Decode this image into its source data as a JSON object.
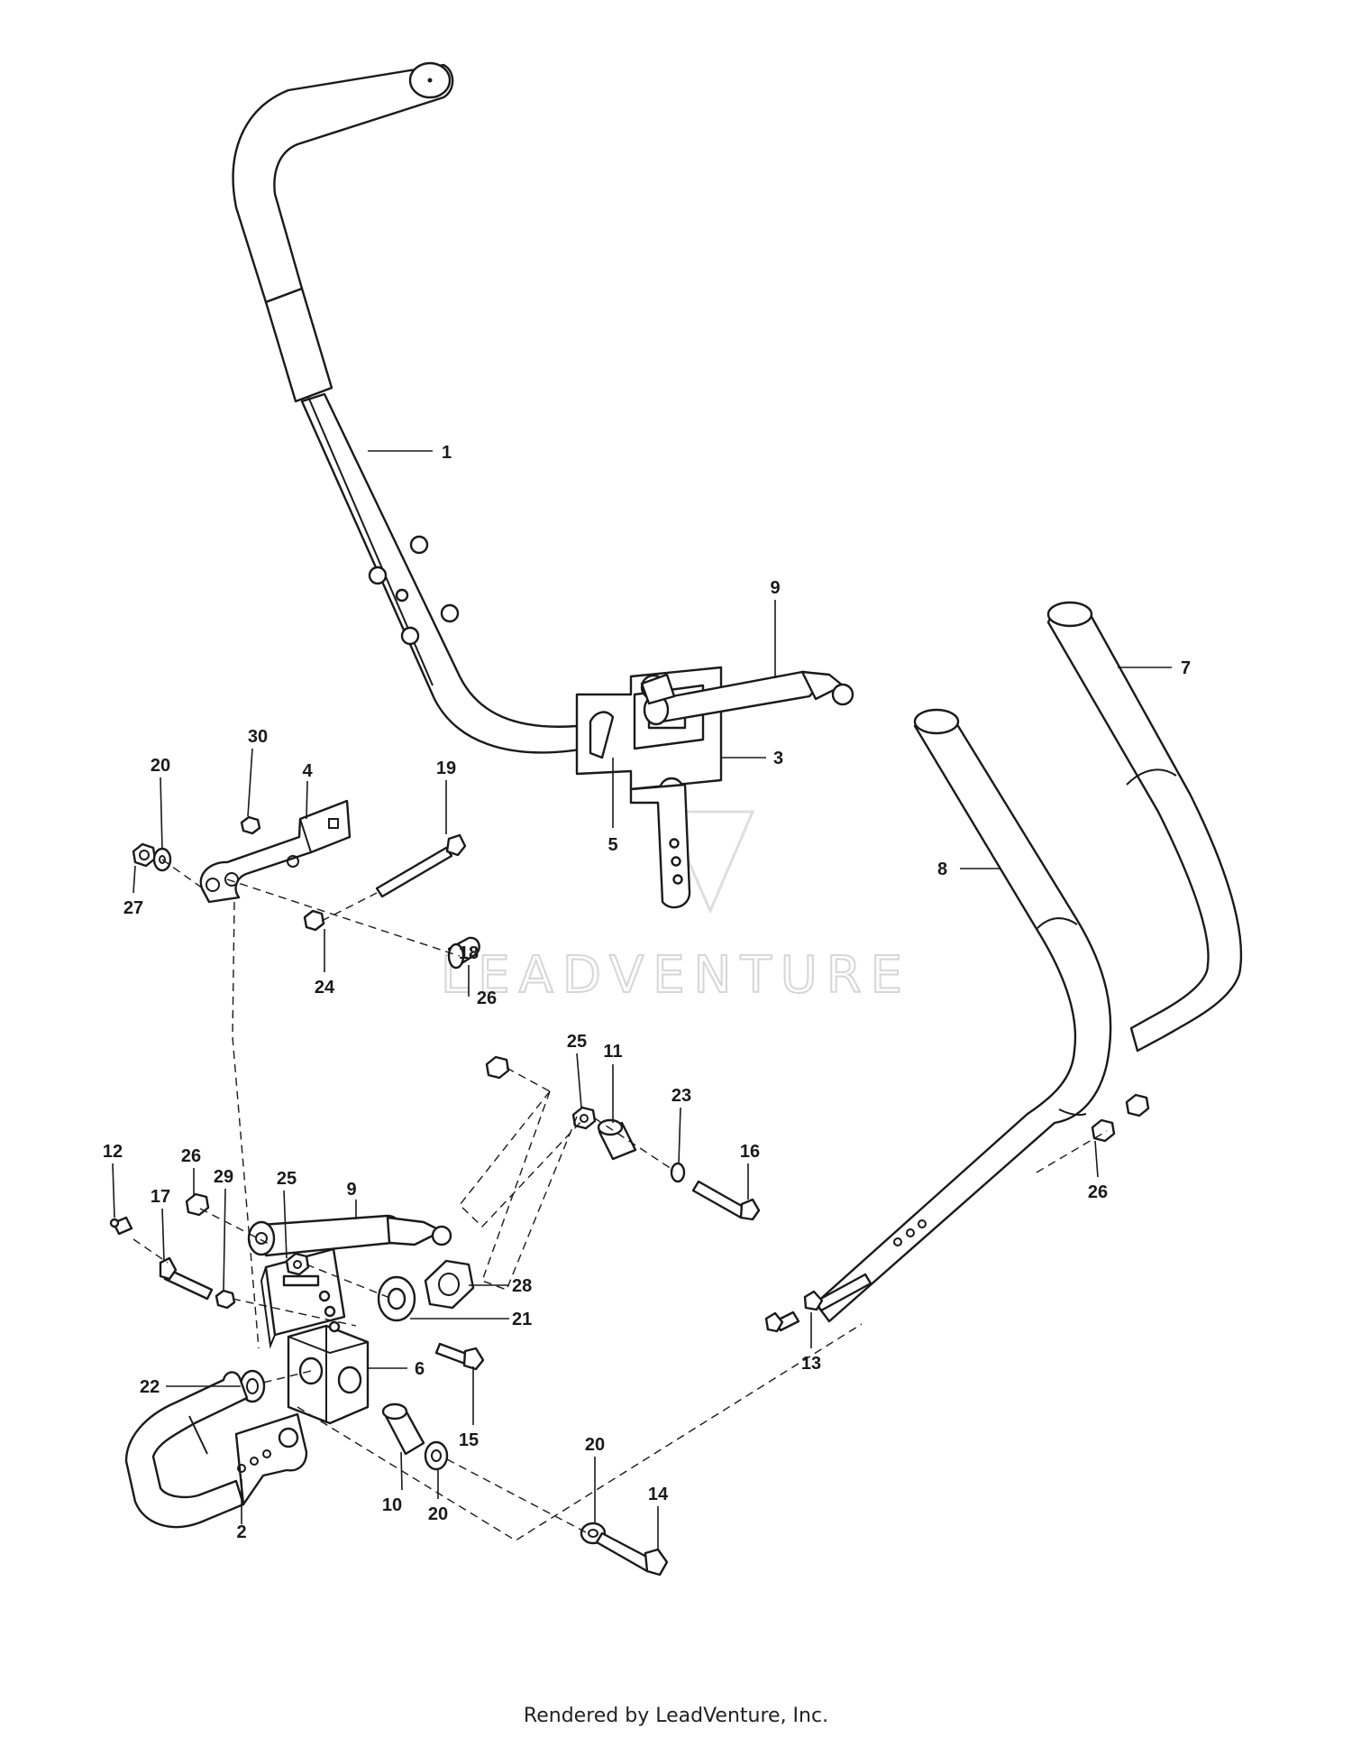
{
  "watermark": "LEADVENTURE",
  "footer": "Rendered by LeadVenture, Inc.",
  "callouts": {
    "c1": "1",
    "c2": "2",
    "c3": "3",
    "c4": "4",
    "c5": "5",
    "c6": "6",
    "c7": "7",
    "c8": "8",
    "c9a": "9",
    "c9b": "9",
    "c10": "10",
    "c11": "11",
    "c12": "12",
    "c13": "13",
    "c14": "14",
    "c15": "15",
    "c16": "16",
    "c17": "17",
    "c18": "18",
    "c19": "19",
    "c20a": "20",
    "c20b": "20",
    "c20c": "20",
    "c21": "21",
    "c22": "22",
    "c23": "23",
    "c24": "24",
    "c25a": "25",
    "c25b": "25",
    "c26a": "26",
    "c26b": "26",
    "c26c": "26",
    "c27": "27",
    "c28": "28",
    "c29": "29",
    "c30": "30"
  }
}
